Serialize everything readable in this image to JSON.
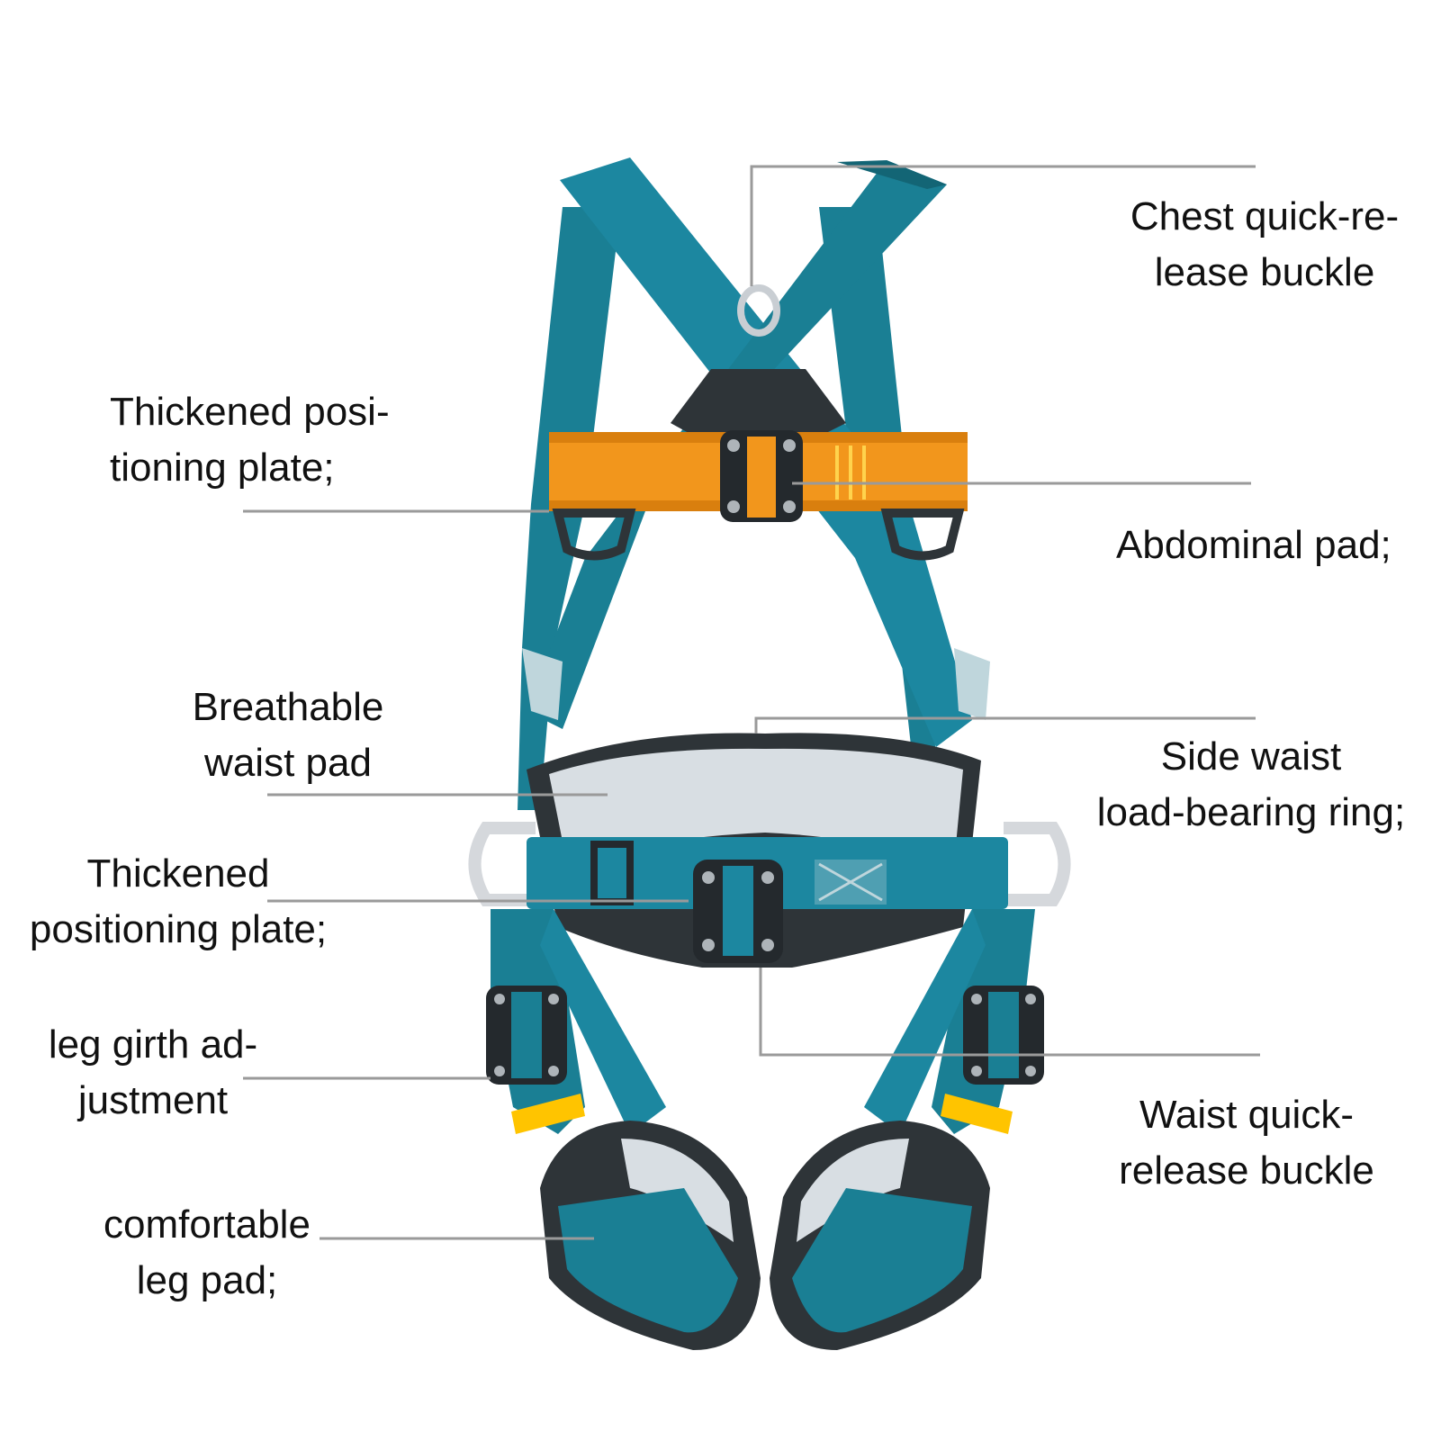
{
  "colors": {
    "strap": "#1a7f94",
    "strap_dark": "#136575",
    "orange": "#f2961c",
    "yellow": "#ffc400",
    "pad_dark": "#2e3438",
    "mesh": "#d8dee3",
    "metal": "#d5d8dc",
    "leader": "#9a9a9a"
  },
  "labels": [
    {
      "id": "chest-buckle",
      "lines": [
        "Chest quick-re-",
        "lease buckle"
      ]
    },
    {
      "id": "positioning-plate-top",
      "lines": [
        "Thickened posi-",
        "tioning plate;"
      ]
    },
    {
      "id": "abdominal-pad",
      "lines": [
        "Abdominal pad;"
      ]
    },
    {
      "id": "breathable-waist-pad",
      "lines": [
        "Breathable",
        "waist pad"
      ]
    },
    {
      "id": "side-waist-ring",
      "lines": [
        "Side waist",
        "load-bearing ring;"
      ]
    },
    {
      "id": "positioning-plate-bottom",
      "lines": [
        "Thickened",
        "positioning plate;"
      ]
    },
    {
      "id": "leg-girth",
      "lines": [
        "leg girth ad-",
        "justment"
      ]
    },
    {
      "id": "waist-buckle",
      "lines": [
        "Waist quick-",
        "release buckle"
      ]
    },
    {
      "id": "leg-pad",
      "lines": [
        "comfortable",
        "leg pad;"
      ]
    }
  ]
}
